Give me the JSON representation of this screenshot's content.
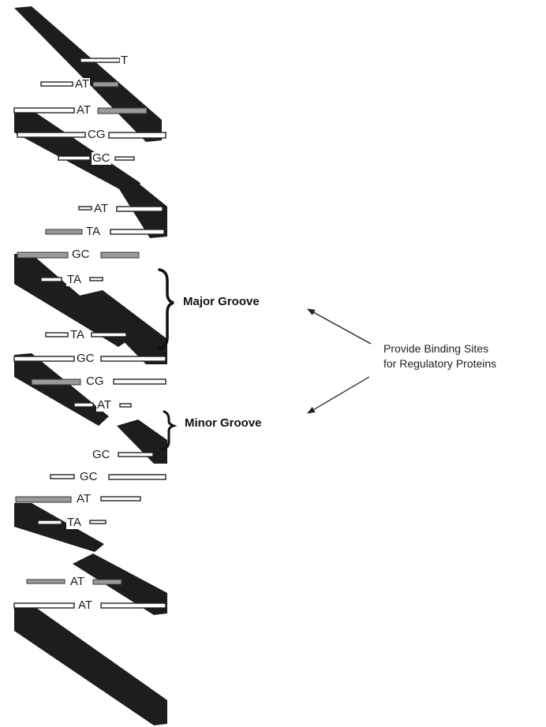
{
  "base_pairs": [
    "T",
    "AT",
    "AT",
    "CG",
    "GC",
    "AT",
    "TA",
    "GC",
    "TA",
    "TA",
    "GC",
    "CG",
    "AT",
    "GC",
    "GC",
    "AT",
    "TA",
    "AT",
    "AT"
  ],
  "grooves": {
    "major_label": "Major Groove",
    "minor_label": "Minor Groove"
  },
  "annotation": {
    "line1": "Provide Binding Sites",
    "line2": "for Regulatory Proteins"
  }
}
